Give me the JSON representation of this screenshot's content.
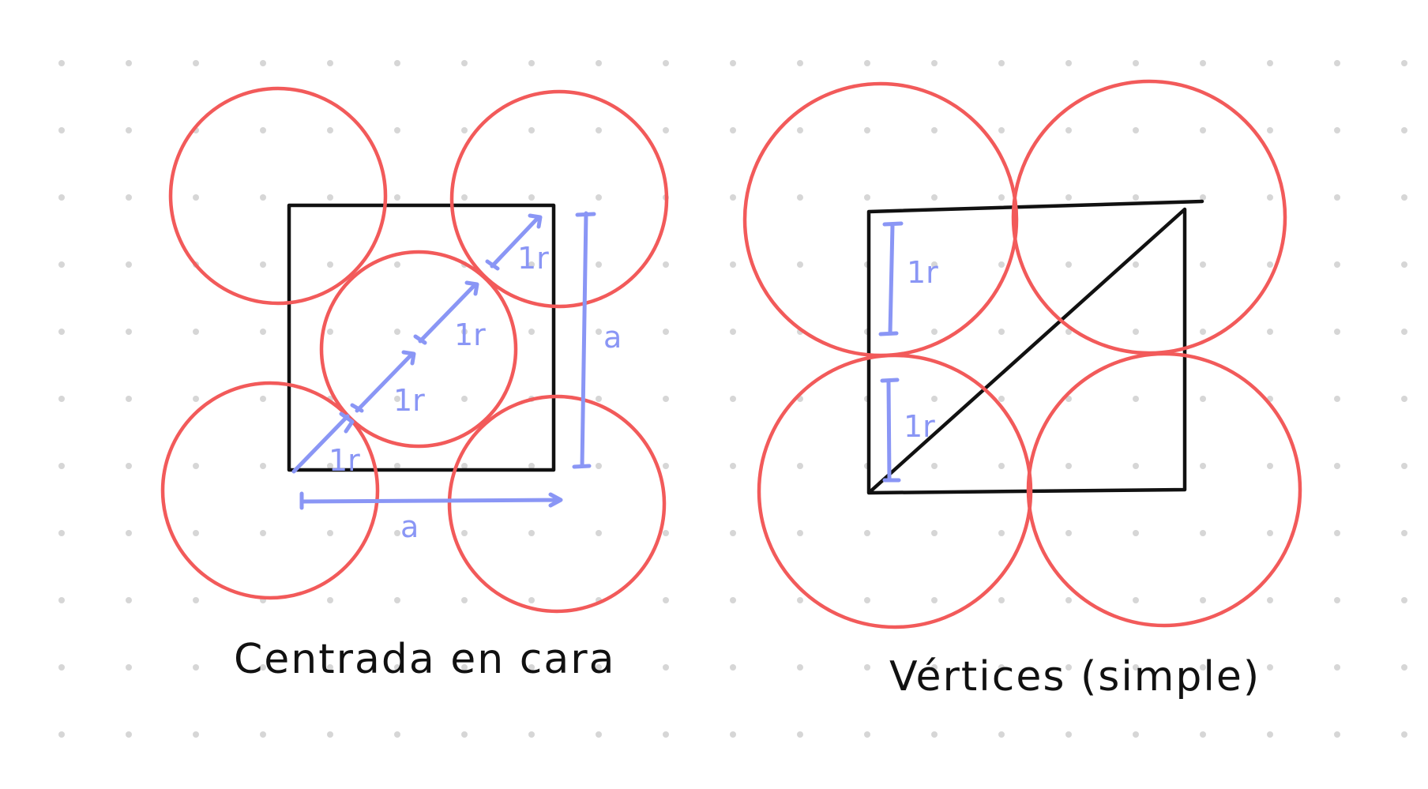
{
  "diagrams": {
    "fcc": {
      "caption": "Centrada en cara",
      "labels": {
        "r_top_right": "1r",
        "r_center_upper": "1r",
        "r_center_lower": "1r",
        "r_bottom_left": "1r",
        "a_side": "a",
        "a_bottom": "a"
      }
    },
    "simple": {
      "caption": "Vértices (simple)",
      "labels": {
        "r_upper": "1r",
        "r_lower": "1r"
      }
    }
  },
  "colors": {
    "atom": "#f25a5a",
    "cell": "#111111",
    "measurement": "#8a96f5",
    "grid_dot": "#d6d6d6"
  }
}
